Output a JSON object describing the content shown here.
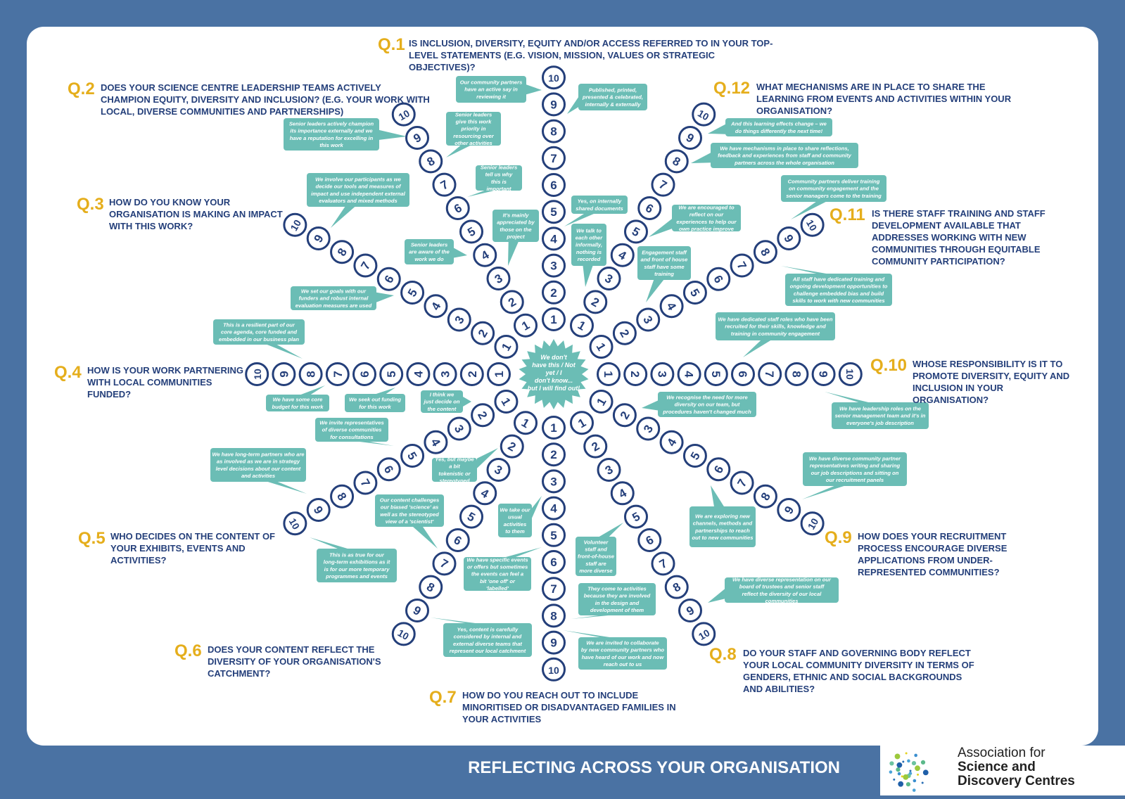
{
  "center_label": "We don't have this / Not yet / I don't know... but I will find out!",
  "footer": {
    "title": "REFLECTING ACROSS YOUR ORGANISATION",
    "logo_line1": "Association for",
    "logo_line2": "Science and",
    "logo_line3": "Discovery Centres"
  },
  "colors": {
    "panel_bg": "#4a72a3",
    "accent": "#e5ae1c",
    "navy": "#243f7a",
    "teal": "#6bbdb5"
  },
  "questions": [
    {
      "label": "Q.1",
      "text": "IS INCLUSION, DIVERSITY, EQUITY AND/OR ACCESS REFERRED TO IN YOUR TOP-LEVEL STATEMENTS (E.G. VISION, MISSION, VALUES OR STRATEGIC OBJECTIVES)?"
    },
    {
      "label": "Q.2",
      "text": "DOES YOUR SCIENCE CENTRE LEADERSHIP TEAMS ACTIVELY CHAMPION EQUITY, DIVERSITY AND INCLUSION? (E.G. YOUR WORK WITH LOCAL, DIVERSE COMMUNITIES AND PARTNERSHIPS)"
    },
    {
      "label": "Q.3",
      "text": "HOW DO YOU KNOW YOUR ORGANISATION IS MAKING AN IMPACT WITH THIS WORK?"
    },
    {
      "label": "Q.4",
      "text": "HOW IS YOUR WORK PARTNERING WITH LOCAL COMMUNITIES FUNDED?"
    },
    {
      "label": "Q.5",
      "text": "WHO DECIDES ON THE CONTENT OF YOUR EXHIBITS, EVENTS AND ACTIVITIES?"
    },
    {
      "label": "Q.6",
      "text": "DOES YOUR CONTENT REFLECT THE DIVERSITY OF YOUR ORGANISATION'S CATCHMENT?"
    },
    {
      "label": "Q.7",
      "text": "HOW DO YOU REACH OUT TO INCLUDE MINORITISED OR DISADVANTAGED FAMILIES IN YOUR ACTIVITIES"
    },
    {
      "label": "Q.8",
      "text": "DO YOUR STAFF AND GOVERNING BODY REFLECT YOUR LOCAL COMMUNITY DIVERSITY IN TERMS OF GENDERS, ETHNIC AND SOCIAL BACKGROUNDS AND ABILITIES?"
    },
    {
      "label": "Q.9",
      "text": "HOW DOES YOUR RECRUITMENT PROCESS ENCOURAGE DIVERSE APPLICATIONS FROM UNDER-REPRESENTED COMMUNITIES?"
    },
    {
      "label": "Q.10",
      "text": "WHOSE RESPONSIBILITY IS IT TO PROMOTE DIVERSITY, EQUITY AND INCLUSION IN YOUR ORGANISATION?"
    },
    {
      "label": "Q.11",
      "text": "IS THERE STAFF TRAINING AND STAFF DEVELOPMENT AVAILABLE THAT ADDRESSES WORKING WITH NEW COMMUNITIES THROUGH EQUITABLE COMMUNITY PARTICIPATION?"
    },
    {
      "label": "Q.12",
      "text": "WHAT MECHANISMS ARE IN PLACE TO SHARE THE LEARNING FROM EVENTS AND ACTIVITIES WITHIN YOUR ORGANISATION?"
    }
  ],
  "scale": [
    "1",
    "2",
    "3",
    "4",
    "5",
    "6",
    "7",
    "8",
    "9",
    "10"
  ],
  "callouts": [
    {
      "text": "Our community partners have an active say in reviewing it"
    },
    {
      "text": "Published, printed, presented & celebrated, internally & externally"
    },
    {
      "text": "Senior leaders give this work priority in resourcing over other activities"
    },
    {
      "text": "Senior leaders actively champion its importance externally and we have a reputation for excelling in this work"
    },
    {
      "text": "Senior leaders tell us why this is important"
    },
    {
      "text": "It's mainly appreciated by those on the project"
    },
    {
      "text": "Yes, on internally shared documents"
    },
    {
      "text": "We talk to each other informally, nothing is recorded"
    },
    {
      "text": "Senior leaders are aware of the work we do"
    },
    {
      "text": "We involve our participants as we decide our tools and measures of impact and use independent external evaluators and mixed methods"
    },
    {
      "text": "We set our goals with our funders and robust internal evaluation measures are used"
    },
    {
      "text": "This is a resilient part of our core agenda, core funded and embedded in our business plan"
    },
    {
      "text": "We have some core budget for this work"
    },
    {
      "text": "We seek out funding for this work"
    },
    {
      "text": "I think we just decide on the content"
    },
    {
      "text": "We invite representatives of diverse communities for consultations"
    },
    {
      "text": "We have long-term partners who are as involved as we are in strategy level decisions about our content and activities"
    },
    {
      "text": "Yes, but maybe a bit tokenistic or stereotyped"
    },
    {
      "text": "Our content challenges our biased 'science' as well as the stereotyped view of a 'scientist'"
    },
    {
      "text": "This is as true for our long-term exhibitions as it is for our more temporary programmes and events"
    },
    {
      "text": "Yes, content is carefully considered by internal and external diverse teams that represent our local catchment"
    },
    {
      "text": "We take our usual activities to them"
    },
    {
      "text": "We have specific events or offers but sometimes the events can feel a bit 'one off' or 'labelled'"
    },
    {
      "text": "They come to activities because they are involved in the design and development of them"
    },
    {
      "text": "We are invited to collaborate by new community partners who have heard of our work and now reach out to us"
    },
    {
      "text": "Volunteer staff and front-of-house staff are more diverse"
    },
    {
      "text": "We are exploring new channels, methods and partnerships to reach out to new communities"
    },
    {
      "text": "We have diverse representation on our board of trustees and senior staff reflect the diversity of our local communities"
    },
    {
      "text": "We recognise the need for more diversity on our team, but procedures haven't changed much"
    },
    {
      "text": "We have diverse community partner representatives writing and sharing our job descriptions and sitting on our recruitment panels"
    },
    {
      "text": "We have dedicated staff roles who have been recruited for their skills, knowledge and training in community engagement"
    },
    {
      "text": "We have leadership roles on the senior management team and it's in everyone's job description"
    },
    {
      "text": "Engagement staff and front of house staff have some training"
    },
    {
      "text": "All staff have dedicated training and ongoing development opportunities to challenge embedded bias and build skills to work with new communities"
    },
    {
      "text": "Community partners deliver training on community engagement and the senior managers come to the training"
    },
    {
      "text": "We are encouraged to reflect on our experiences to help our own practice improve"
    },
    {
      "text": "We have mechanisms in place to share reflections, feedback and experiences from staff and community partners across the whole organisation"
    },
    {
      "text": "And this learning effects change – we do things differently the next time!"
    }
  ]
}
